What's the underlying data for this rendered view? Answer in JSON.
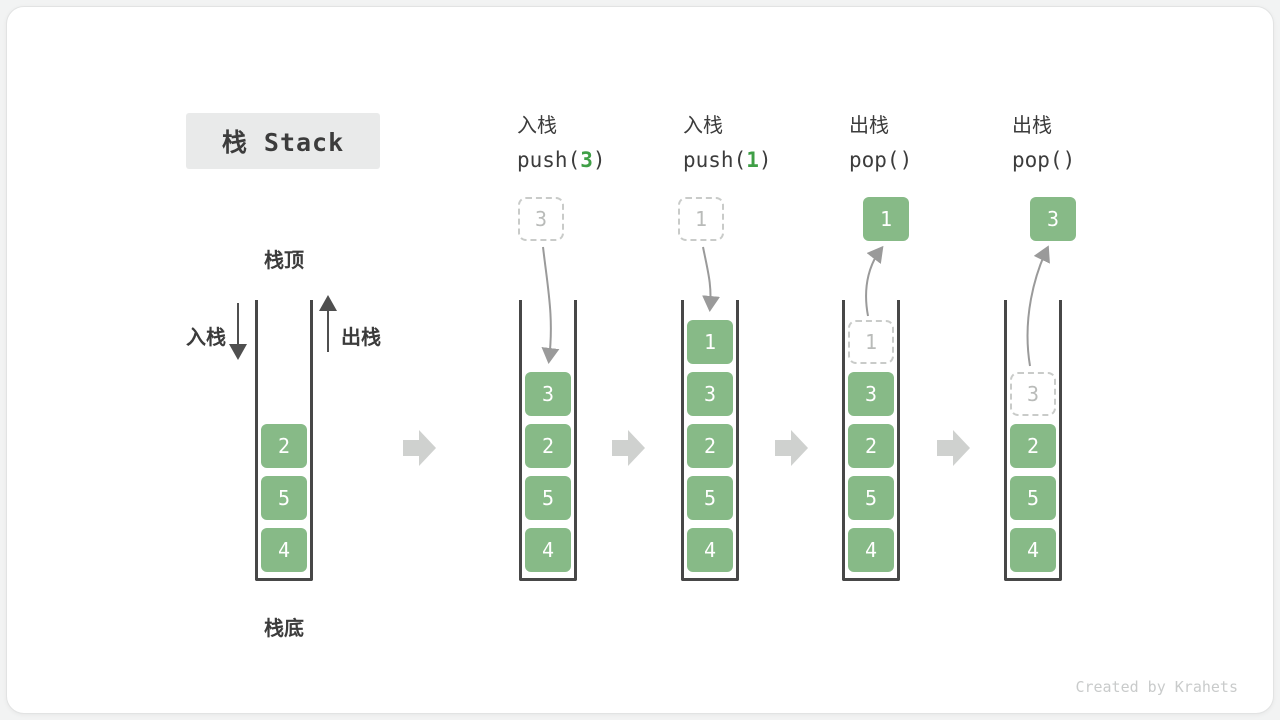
{
  "title": "栈 Stack",
  "base_stack": {
    "top_label": "栈顶",
    "bottom_label": "栈底",
    "push_label": "入栈",
    "pop_label": "出栈"
  },
  "columns": [
    {
      "action": "入栈",
      "op_pre": "push(",
      "op_arg": "3",
      "op_suf": ")",
      "float": {
        "value": "3",
        "style": "ghost"
      }
    },
    {
      "action": "入栈",
      "op_pre": "push(",
      "op_arg": "1",
      "op_suf": ")",
      "float": {
        "value": "1",
        "style": "ghost"
      }
    },
    {
      "action": "出栈",
      "op_pre": "pop()",
      "op_arg": "",
      "op_suf": "",
      "float": {
        "value": "1",
        "style": "solid"
      }
    },
    {
      "action": "出栈",
      "op_pre": "pop()",
      "op_arg": "",
      "op_suf": "",
      "float": {
        "value": "3",
        "style": "solid"
      }
    }
  ],
  "stacks": [
    {
      "cells": [
        {
          "value": "2",
          "ghost": false
        },
        {
          "value": "5",
          "ghost": false
        },
        {
          "value": "4",
          "ghost": false
        }
      ]
    },
    {
      "cells": [
        {
          "value": "3",
          "ghost": false
        },
        {
          "value": "2",
          "ghost": false
        },
        {
          "value": "5",
          "ghost": false
        },
        {
          "value": "4",
          "ghost": false
        }
      ]
    },
    {
      "cells": [
        {
          "value": "1",
          "ghost": false
        },
        {
          "value": "3",
          "ghost": false
        },
        {
          "value": "2",
          "ghost": false
        },
        {
          "value": "5",
          "ghost": false
        },
        {
          "value": "4",
          "ghost": false
        }
      ]
    },
    {
      "cells": [
        {
          "value": "1",
          "ghost": true
        },
        {
          "value": "3",
          "ghost": false
        },
        {
          "value": "2",
          "ghost": false
        },
        {
          "value": "5",
          "ghost": false
        },
        {
          "value": "4",
          "ghost": false
        }
      ]
    },
    {
      "cells": [
        {
          "value": "3",
          "ghost": true
        },
        {
          "value": "2",
          "ghost": false
        },
        {
          "value": "5",
          "ghost": false
        },
        {
          "value": "4",
          "ghost": false
        }
      ]
    }
  ],
  "watermark": "Created by Krahets",
  "colors": {
    "cell_green": "#87ba87",
    "code_arg_green": "#3f9f46",
    "ghost_border": "#c9cbc9",
    "ghost_text": "#b9bbb9",
    "flow_arrow_gray": "#cfd1cf",
    "curve_arrow_gray": "#9a9a9a",
    "text_dark": "#3c3c3c",
    "title_bg": "#e9eaea"
  }
}
